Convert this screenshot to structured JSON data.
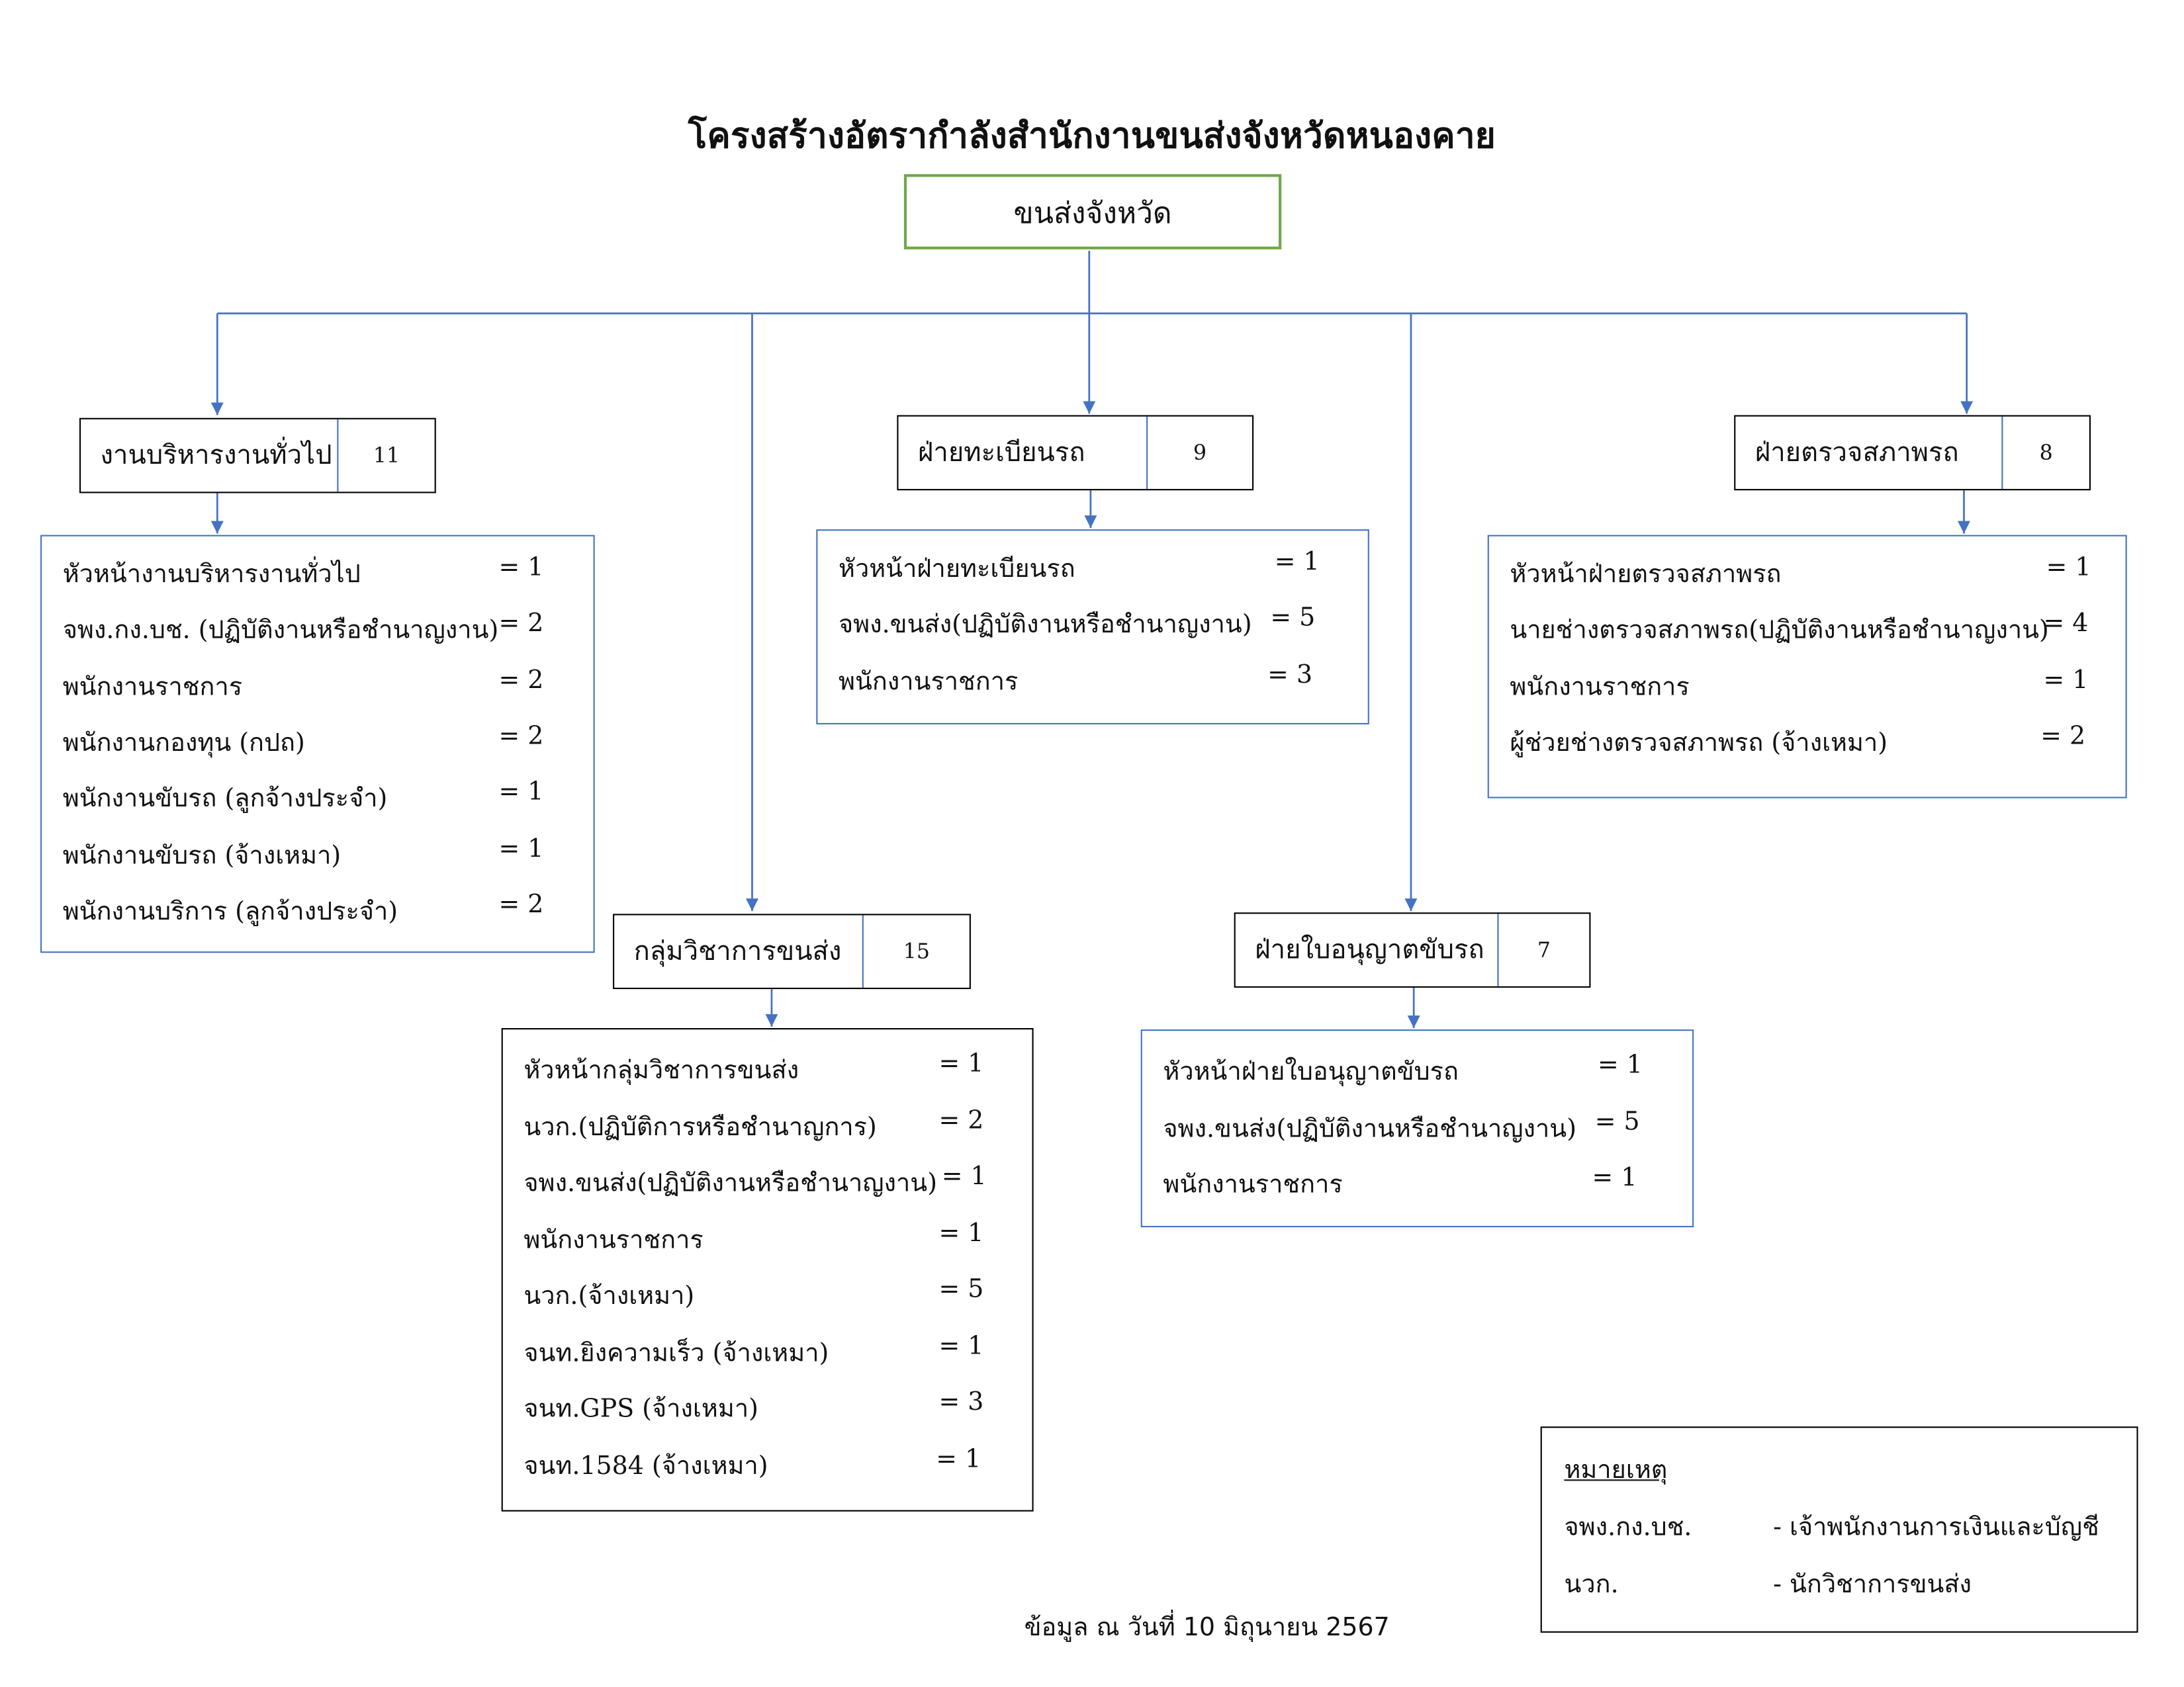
{
  "title": "โครงสร้างอัตรากำลังสำนักงานขนส่งจังหวัดหนองคาย",
  "root": "ขนส่งจังหวัด",
  "colors": {
    "connector": "#4472c4",
    "root_border": "#71a84a",
    "header_border": "#000000",
    "position_border": "#4472c4"
  },
  "units": [
    {
      "label": "งานบริหารงานทั่วไป",
      "count": "11",
      "positions": [
        {
          "title": "หัวหน้างานบริหารงานทั่วไป",
          "qty": "= 1"
        },
        {
          "title": "จพง.กง.บช. (ปฏิบัติงานหรือชำนาญงาน)",
          "qty": "= 2"
        },
        {
          "title": "พนักงานราชการ",
          "qty": "= 2"
        },
        {
          "title": "พนักงานกองทุน (กปถ)",
          "qty": "= 2"
        },
        {
          "title": "พนักงานขับรถ (ลูกจ้างประจำ)",
          "qty": "= 1"
        },
        {
          "title": "พนักงานขับรถ (จ้างเหมา)",
          "qty": "= 1"
        },
        {
          "title": "พนักงานบริการ (ลูกจ้างประจำ)",
          "qty": "= 2"
        }
      ]
    },
    {
      "label": "ฝ่ายทะเบียนรถ",
      "count": "9",
      "positions": [
        {
          "title": "หัวหน้าฝ่ายทะเบียนรถ",
          "qty": "= 1"
        },
        {
          "title": "จพง.ขนส่ง(ปฏิบัติงานหรือชำนาญงาน)",
          "qty": "= 5"
        },
        {
          "title": "พนักงานราชการ",
          "qty": "= 3"
        }
      ]
    },
    {
      "label": "ฝ่ายตรวจสภาพรถ",
      "count": "8",
      "positions": [
        {
          "title": "หัวหน้าฝ่ายตรวจสภาพรถ",
          "qty": "= 1"
        },
        {
          "title": "นายช่างตรวจสภาพรถ(ปฏิบัติงานหรือชำนาญงาน)",
          "qty": "= 4"
        },
        {
          "title": "พนักงานราชการ",
          "qty": "= 1"
        },
        {
          "title": "ผู้ช่วยช่างตรวจสภาพรถ (จ้างเหมา)",
          "qty": "= 2"
        }
      ]
    },
    {
      "label": "กลุ่มวิชาการขนส่ง",
      "count": "15",
      "positions": [
        {
          "title": "หัวหน้ากลุ่มวิชาการขนส่ง",
          "qty": "= 1"
        },
        {
          "title": "นวก.(ปฏิบัติการหรือชำนาญการ)",
          "qty": "= 2"
        },
        {
          "title": "จพง.ขนส่ง(ปฏิบัติงานหรือชำนาญงาน)",
          "qty": "= 1"
        },
        {
          "title": "พนักงานราชการ",
          "qty": "= 1"
        },
        {
          "title": "นวก.(จ้างเหมา)",
          "qty": "= 5"
        },
        {
          "title": "จนท.ยิงความเร็ว (จ้างเหมา)",
          "qty": "= 1"
        },
        {
          "title": "จนท.GPS (จ้างเหมา)",
          "qty": "= 3"
        },
        {
          "title": "จนท.1584 (จ้างเหมา)",
          "qty": "= 1"
        }
      ]
    },
    {
      "label": "ฝ่ายใบอนุญาตขับรถ",
      "count": "7",
      "positions": [
        {
          "title": "หัวหน้าฝ่ายใบอนุญาตขับรถ",
          "qty": "= 1"
        },
        {
          "title": "จพง.ขนส่ง(ปฏิบัติงานหรือชำนาญงาน)",
          "qty": "= 5"
        },
        {
          "title": "พนักงานราชการ",
          "qty": "= 1"
        }
      ]
    }
  ],
  "note": {
    "title": "หมายเหตุ",
    "items": [
      {
        "abbr": "จพง.กง.บช.",
        "meaning": "- เจ้าพนักงานการเงินและบัญชี"
      },
      {
        "abbr": "นวก.",
        "meaning": "- นักวิชาการขนส่ง"
      }
    ]
  },
  "footer": "ข้อมูล ณ วันที่ 10 มิถุนายน 2567"
}
